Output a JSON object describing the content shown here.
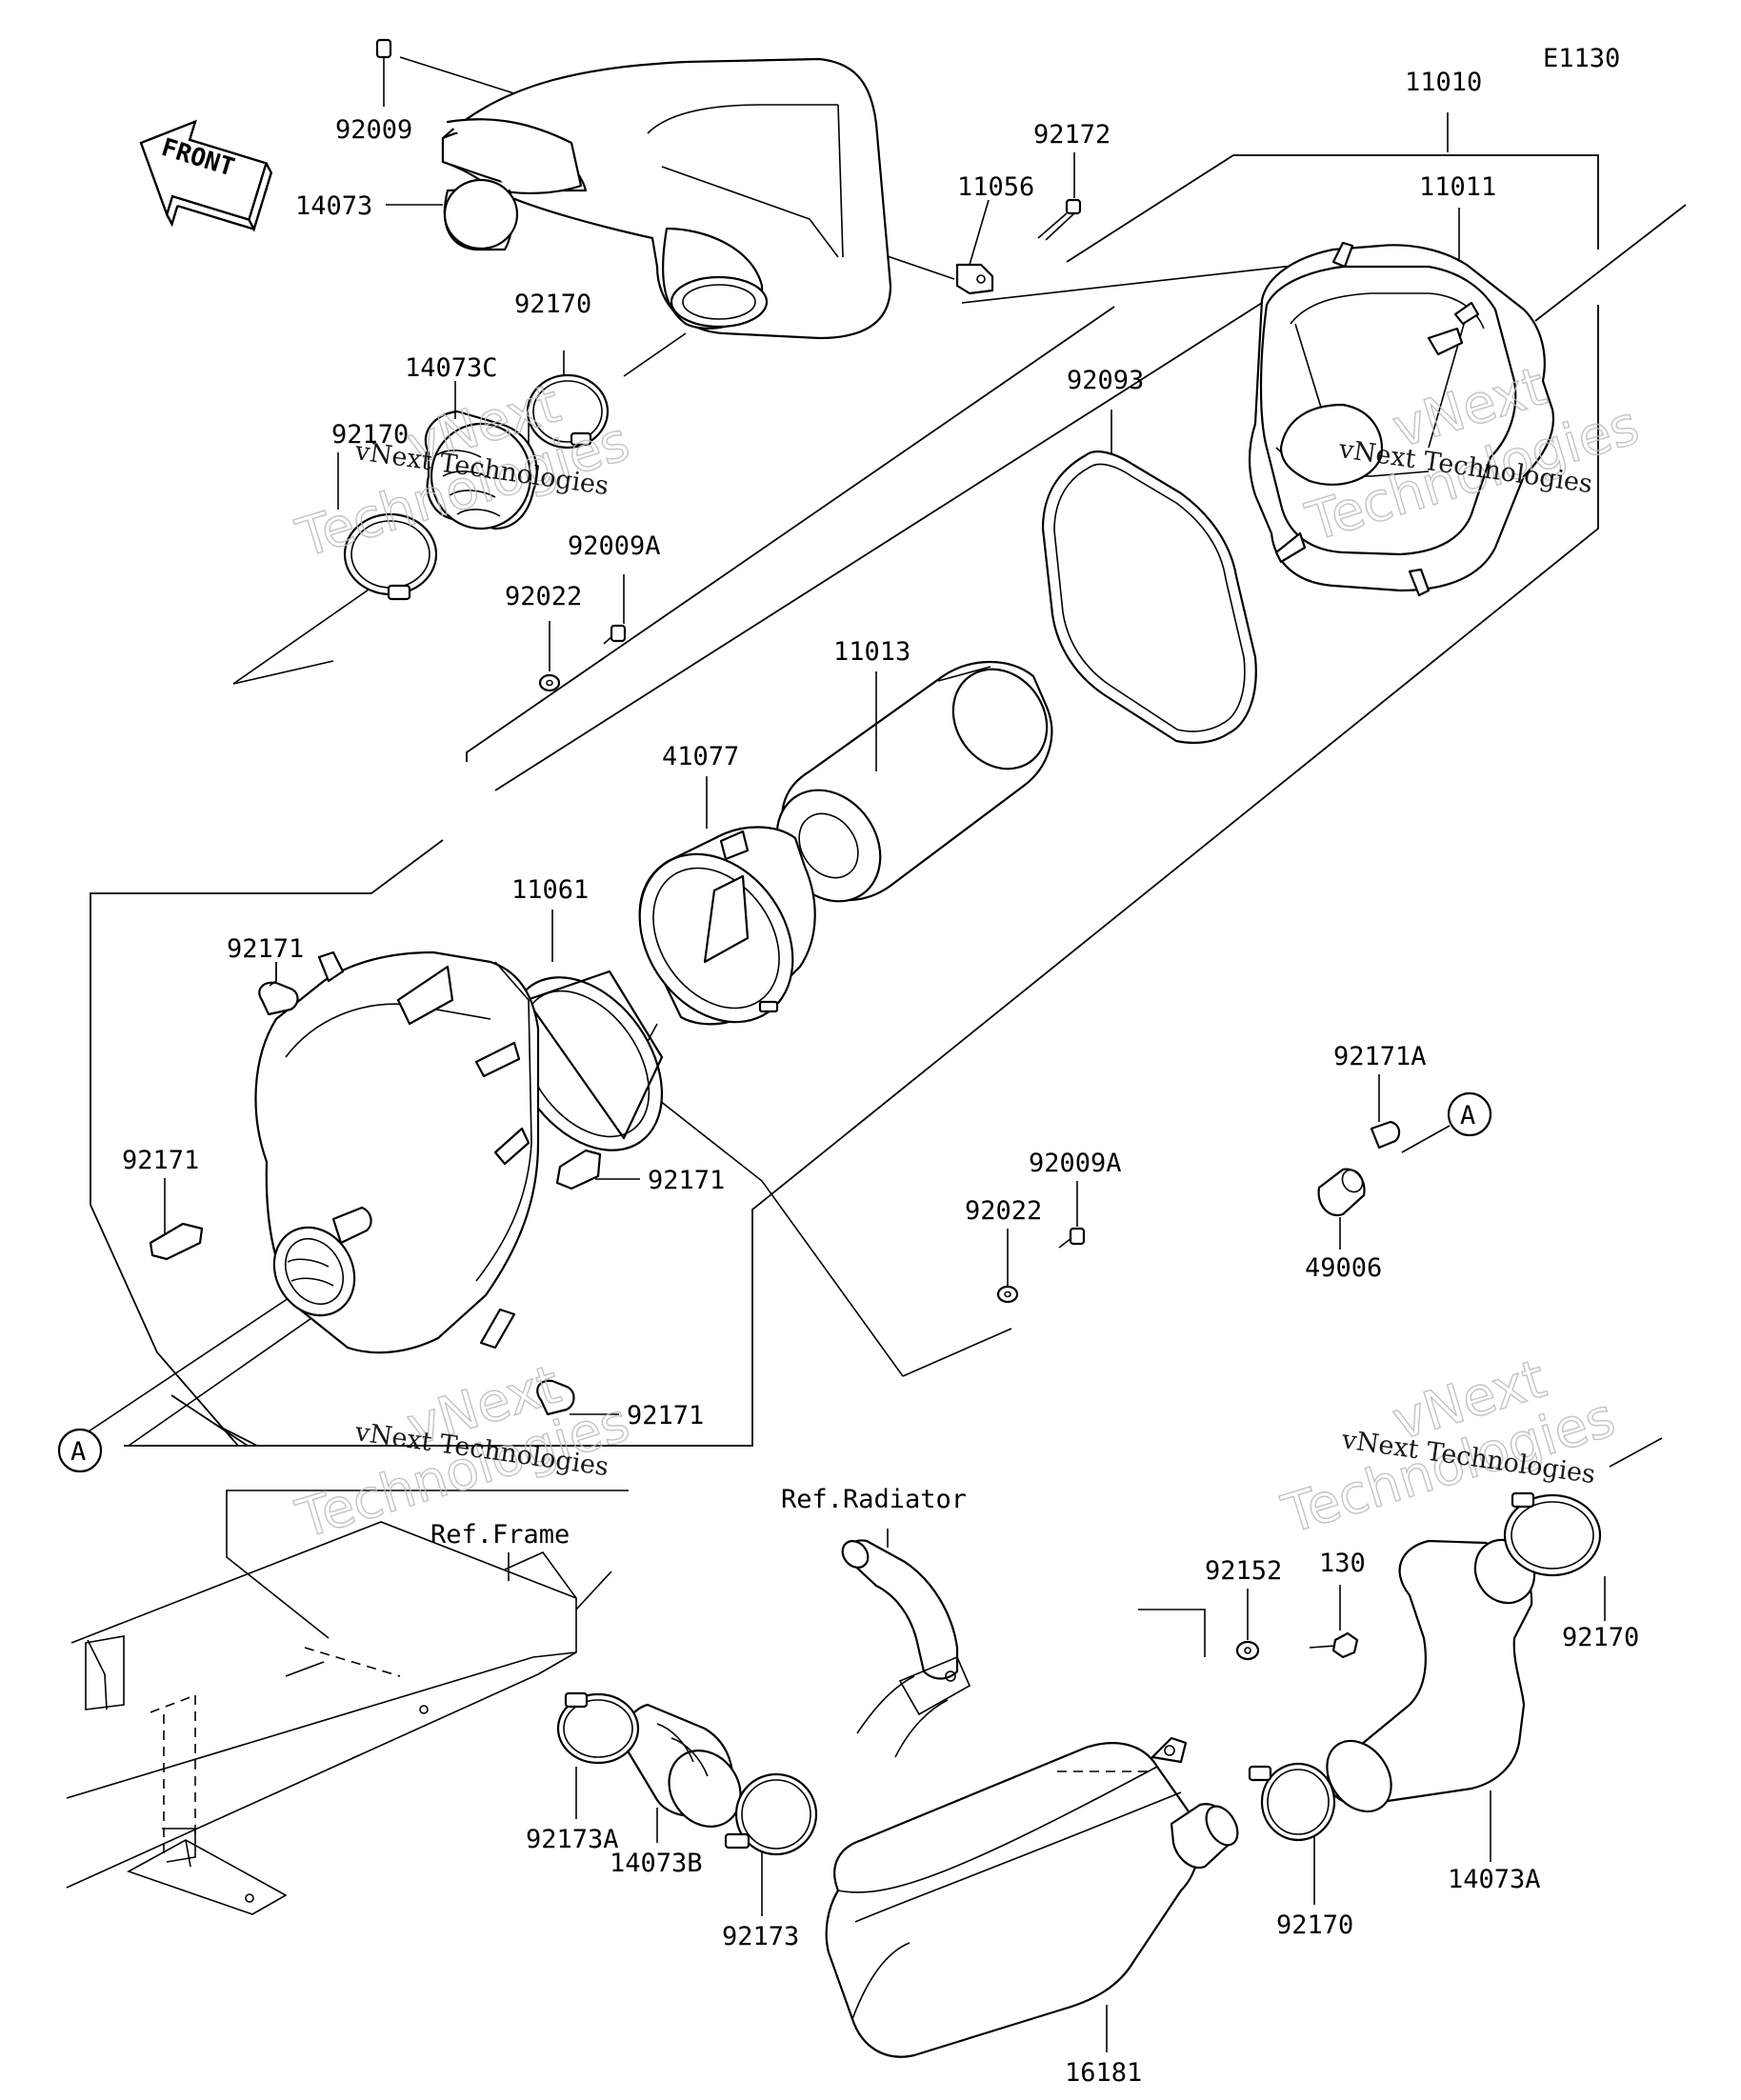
{
  "diagram_code": "E1130",
  "front_label": "FRONT",
  "callout_symbol": "A",
  "watermark": {
    "line1": "vNext Technologies",
    "line2": "Technologies",
    "line3": "vNext"
  },
  "labels": {
    "l92009": "92009",
    "l14073": "14073",
    "l92170a": "92170",
    "l14073c": "14073C",
    "l92170b": "92170",
    "l92009a_1": "92009A",
    "l92022_1": "92022",
    "l11056": "11056",
    "l92172": "92172",
    "l11010": "11010",
    "l11011": "11011",
    "l92093": "92093",
    "l11013": "11013",
    "l41077": "41077",
    "l11061": "11061",
    "l92171_1": "92171",
    "l92171_2": "92171",
    "l92171_3": "92171",
    "l92171_4": "92171",
    "l92171a": "92171A",
    "l49006": "49006",
    "l92009a_2": "92009A",
    "l92022_2": "92022",
    "ref_frame": "Ref.Frame",
    "ref_radiator": "Ref.Radiator",
    "l92152": "92152",
    "l130": "130",
    "l92170c": "92170",
    "l92173a": "92173A",
    "l14073b": "14073B",
    "l92173": "92173",
    "l16181": "16181",
    "l92170d": "92170",
    "l14073a": "14073A"
  }
}
